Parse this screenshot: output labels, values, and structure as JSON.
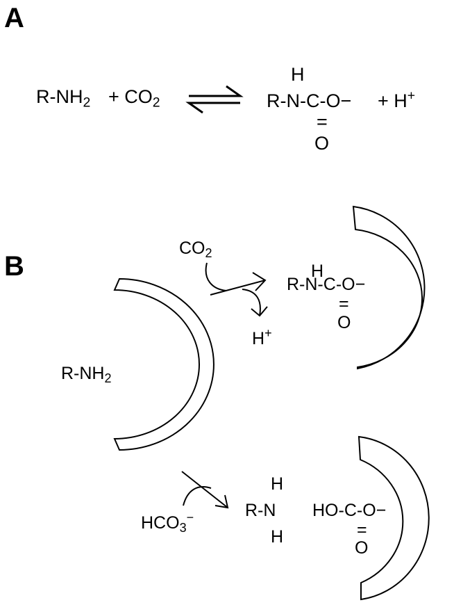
{
  "panels": {
    "a": {
      "label": "A"
    },
    "b": {
      "label": "B"
    }
  },
  "panelA": {
    "reactant_amine": "R-NH",
    "reactant_amine_sub": "2",
    "plus": "+ CO",
    "co2_sub": "2",
    "carbamate_h": "H",
    "carbamate_main": "R-N-C-O−",
    "carbamate_dbl": "=",
    "carbamate_o": "O",
    "product_proton": "+ H",
    "proton_sup": "+"
  },
  "panelB": {
    "amine": "R-NH",
    "amine_sub": "2",
    "co2": "CO",
    "co2_sub": "2",
    "proton": "H",
    "proton_sup": "+",
    "carbamate_h": "H",
    "carbamate_main": "R-N-C-O−",
    "carbamate_dbl": "=",
    "carbamate_o": "O",
    "bicarbonate": "HCO",
    "bicarbonate_sub": "3",
    "bicarbonate_sup": "−",
    "amine_h_top": "H",
    "amine_rn": "R-N",
    "amine_h_bottom": "H",
    "bicarb_product_main": "HO-C-O−",
    "bicarb_product_dbl": "=",
    "bicarb_product_o": "O"
  }
}
